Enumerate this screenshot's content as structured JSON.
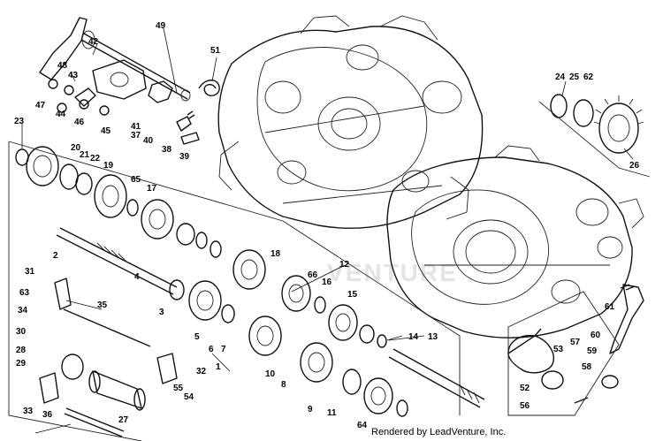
{
  "diagram": {
    "credit": "Rendered by LeadVenture, Inc.",
    "watermark": "VENTURE",
    "callouts": [
      "1",
      "2",
      "3",
      "4",
      "5",
      "6",
      "7",
      "8",
      "9",
      "10",
      "11",
      "12",
      "13",
      "14",
      "15",
      "16",
      "17",
      "18",
      "19",
      "20",
      "21",
      "22",
      "23",
      "24",
      "25",
      "26",
      "27",
      "28",
      "29",
      "30",
      "31",
      "32",
      "33",
      "34",
      "35",
      "36",
      "37",
      "38",
      "39",
      "40",
      "41",
      "42",
      "43",
      "44",
      "45",
      "46",
      "47",
      "48",
      "49",
      "51",
      "52",
      "53",
      "54",
      "55",
      "56",
      "57",
      "58",
      "59",
      "60",
      "61",
      "62",
      "63",
      "64",
      "65",
      "66"
    ]
  }
}
